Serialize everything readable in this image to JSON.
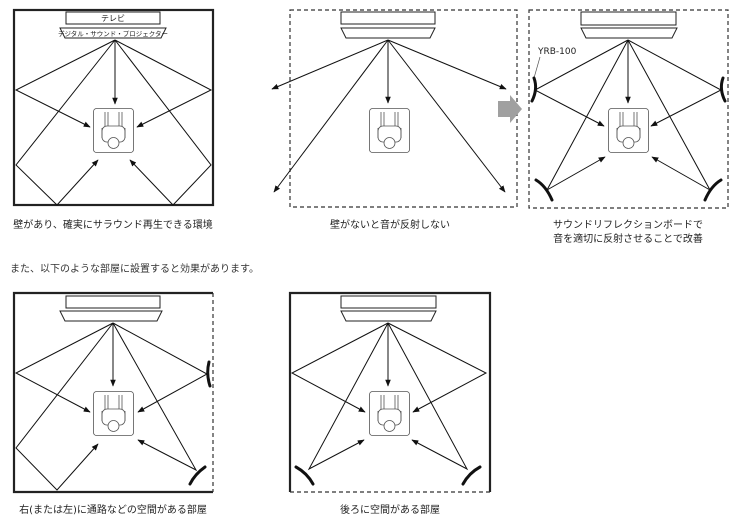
{
  "diagram1": {
    "tv_label": "テレビ",
    "projector_label": "デジタル・サウンド・プロジェクター",
    "caption": "壁があり、確実にサラウンド再生できる環境"
  },
  "diagram2": {
    "caption": "壁がないと音が反射しない"
  },
  "diagram3": {
    "board_label": "YRB-100",
    "caption_line1": "サウンドリフレクションボードで",
    "caption_line2": "音を適切に反射させることで改善"
  },
  "note": "また、以下のような部屋に設置すると効果があります。",
  "diagram4": {
    "caption": "右(または左)に通路などの空間がある部屋"
  },
  "diagram5": {
    "caption": "後ろに空間がある部屋"
  },
  "colors": {
    "arrow_gray": "#a0a0a0",
    "line": "#111111"
  }
}
